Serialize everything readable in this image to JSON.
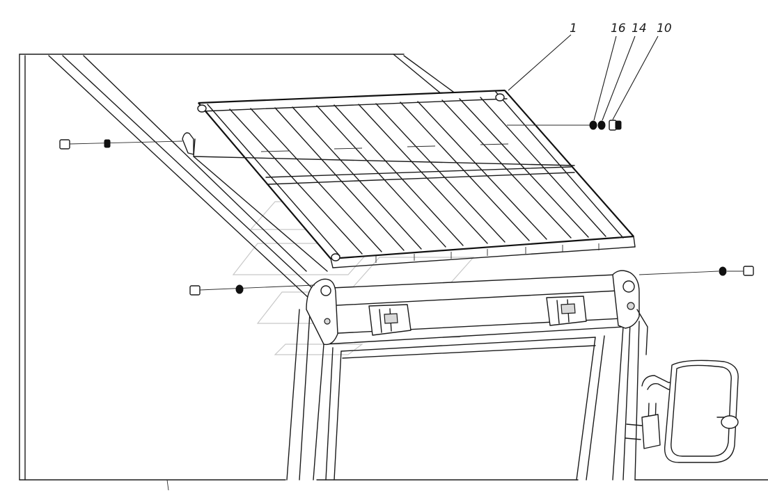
{
  "diagram": {
    "callouts": [
      {
        "id": "c1",
        "label": "1"
      },
      {
        "id": "c16",
        "label": "16"
      },
      {
        "id": "c14",
        "label": "14"
      },
      {
        "id": "c10",
        "label": "10"
      }
    ],
    "colors": {
      "line": "#1a1a1a",
      "watermark": "#c8c8c8",
      "background": "#ffffff"
    }
  }
}
